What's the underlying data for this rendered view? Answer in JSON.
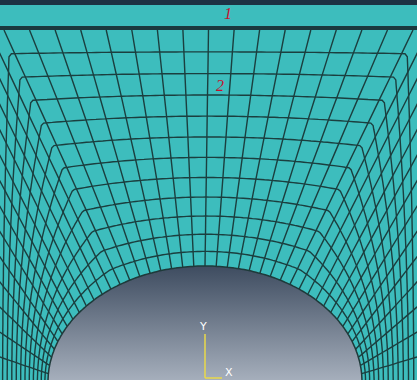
{
  "diagram": {
    "labels": [
      "1",
      "2",
      "Y",
      "X"
    ]
  }
}
